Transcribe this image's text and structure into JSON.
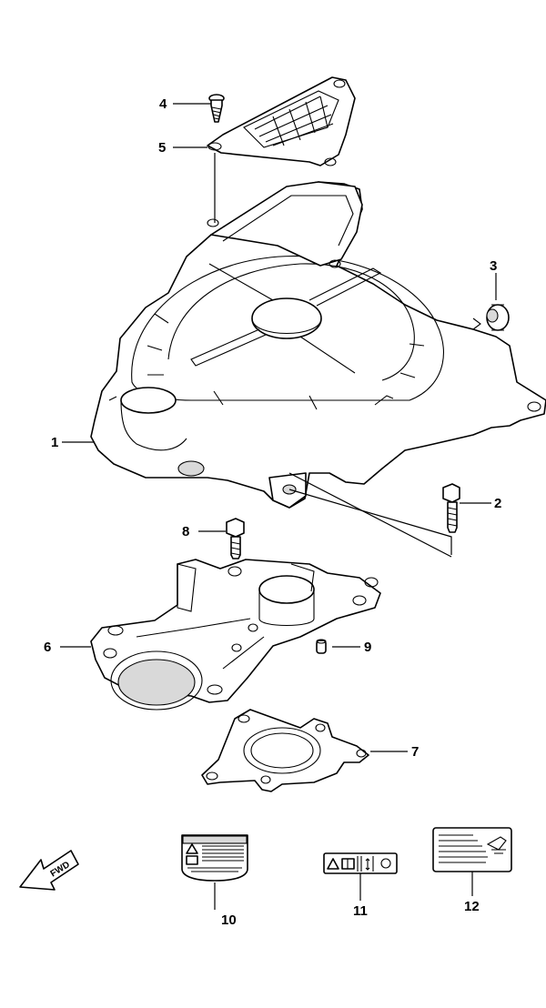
{
  "callouts": [
    {
      "id": "1",
      "label": "1",
      "part": "cover"
    },
    {
      "id": "2",
      "label": "2",
      "part": "bolt"
    },
    {
      "id": "3",
      "label": "3",
      "part": "grommet"
    },
    {
      "id": "4",
      "label": "4",
      "part": "screw"
    },
    {
      "id": "5",
      "label": "5",
      "part": "intake-grille"
    },
    {
      "id": "6",
      "label": "6",
      "part": "base-plate"
    },
    {
      "id": "7",
      "label": "7",
      "part": "gasket"
    },
    {
      "id": "8",
      "label": "8",
      "part": "bolt"
    },
    {
      "id": "9",
      "label": "9",
      "part": "dowel-pin"
    },
    {
      "id": "10",
      "label": "10",
      "part": "warning-label"
    },
    {
      "id": "11",
      "label": "11",
      "part": "caution-label"
    },
    {
      "id": "12",
      "label": "12",
      "part": "oil-label"
    }
  ],
  "fwd_marker": {
    "label": "FWD"
  }
}
